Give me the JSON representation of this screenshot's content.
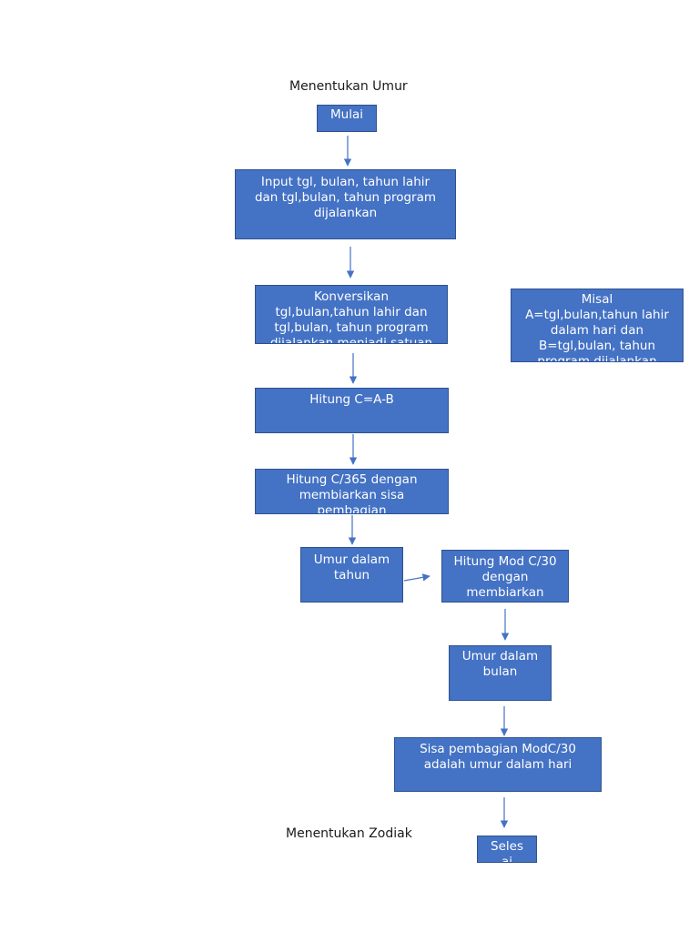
{
  "headings": {
    "umur": "Menentukan Umur",
    "zodiak": "Menentukan Zodiak"
  },
  "nodes": {
    "mulai": "Mulai",
    "input": "Input tgl, bulan, tahun lahir\ndan tgl,bulan, tahun program\ndijalankan",
    "konversi": "Konversikan\ntgl,bulan,tahun lahir dan\ntgl,bulan, tahun program\ndijalankan menjadi satuan",
    "misal": "Misal\nA=tgl,bulan,tahun lahir\ndalam hari dan\nB=tgl,bulan, tahun\nprogram dijalankan",
    "hitung_c": "Hitung C=A-B",
    "hitung_365": "Hitung C/365 dengan\nmembiarkan sisa\npembagian",
    "umur_tahun": "Umur dalam\ntahun",
    "hitung_mod": "Hitung Mod C/30\ndengan\nmembiarkan",
    "umur_bulan": "Umur dalam\nbulan",
    "sisa": "Sisa pembagian ModC/30\nadalah umur dalam hari",
    "selesai": "Seles\nai"
  },
  "colors": {
    "box_fill": "#4472c4",
    "box_border": "#2f528f",
    "arrow": "#4472c4",
    "text_on_box": "#ffffff"
  }
}
